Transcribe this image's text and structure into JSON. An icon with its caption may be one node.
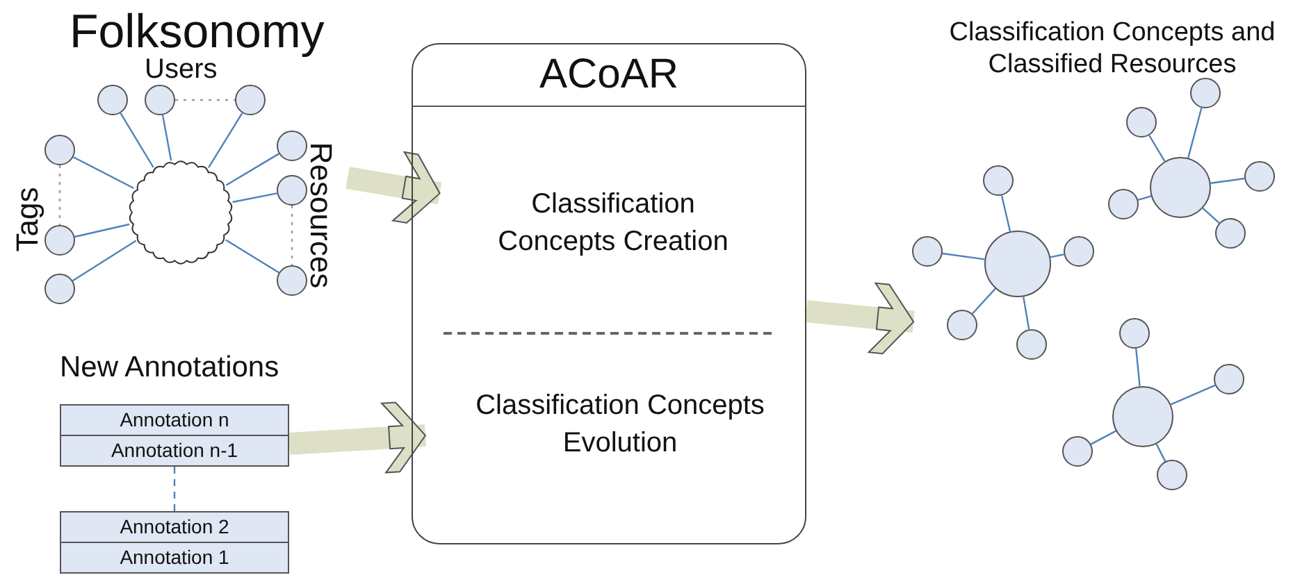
{
  "diagram": {
    "nodes": [
      {
        "text": [],
        "shape": "cloud"
      },
      {
        "text": [],
        "shape": "circle"
      },
      {
        "text": [],
        "shape": "circle"
      },
      {
        "text": [],
        "shape": "circle"
      },
      {
        "text": [],
        "shape": "circle"
      },
      {
        "text": [],
        "shape": "circle"
      },
      {
        "text": [],
        "shape": "circle"
      },
      {
        "text": [],
        "shape": "circle"
      },
      {
        "text": [],
        "shape": "circle"
      },
      {
        "text": [],
        "shape": "circle"
      },
      {
        "text": [
          "Annotation n"
        ]
      },
      {
        "text": [
          "Annotation n-1"
        ]
      },
      {
        "text": [
          "Annotation 2"
        ]
      },
      {
        "text": [
          "Annotation 1"
        ]
      },
      {
        "text": [
          "ACoAR"
        ]
      },
      {
        "text": [
          "Classification Concepts Creation"
        ],
        "in": 14
      },
      {
        "text": [
          "Classification Concepts Evolution"
        ],
        "in": 14
      },
      {
        "text": [],
        "shape": "circle"
      },
      {
        "text": [],
        "shape": "circle"
      },
      {
        "text": [],
        "shape": "circle"
      },
      {
        "text": [],
        "shape": "circle"
      },
      {
        "text": [],
        "shape": "circle"
      },
      {
        "text": [],
        "shape": "circle"
      },
      {
        "text": [],
        "shape": "circle"
      },
      {
        "text": [],
        "shape": "circle"
      },
      {
        "text": [],
        "shape": "circle"
      },
      {
        "text": [],
        "shape": "circle"
      },
      {
        "text": [],
        "shape": "circle"
      },
      {
        "text": [],
        "shape": "circle"
      },
      {
        "text": [],
        "shape": "circle"
      },
      {
        "text": [],
        "shape": "circle"
      },
      {
        "text": [],
        "shape": "circle"
      },
      {
        "text": [],
        "shape": "circle"
      },
      {
        "text": [],
        "shape": "circle"
      }
    ],
    "edges": [
      {
        "from": 0,
        "to": 1,
        "arrow": "none"
      },
      {
        "from": 0,
        "to": 2,
        "arrow": "none"
      },
      {
        "from": 0,
        "to": 3,
        "arrow": "none"
      },
      {
        "from": 0,
        "to": 4,
        "arrow": "none"
      },
      {
        "from": 0,
        "to": 5,
        "arrow": "none"
      },
      {
        "from": 0,
        "to": 6,
        "arrow": "none"
      },
      {
        "from": 0,
        "to": 7,
        "arrow": "none"
      },
      {
        "from": 0,
        "to": 8,
        "arrow": "none"
      },
      {
        "from": 0,
        "to": 9,
        "arrow": "none"
      },
      {
        "from": 2,
        "to": 3,
        "arrow": "none",
        "style": "dashed",
        "color": "#999999"
      },
      {
        "from": 4,
        "to": 5,
        "arrow": "none",
        "style": "dashed",
        "color": "#999999"
      },
      {
        "from": 8,
        "to": 9,
        "arrow": "none",
        "style": "dashed",
        "color": "#999999"
      },
      {
        "from": 11,
        "to": 12,
        "arrow": "none",
        "style": "dashed"
      },
      {
        "from": null,
        "to": 15,
        "arrow": "to",
        "style": "thick",
        "color": "#dde0c6"
      },
      {
        "from": 11,
        "to": 16,
        "arrow": "to",
        "style": "thick",
        "color": "#dde0c6"
      },
      {
        "from": 14,
        "to": 27,
        "arrow": "to",
        "style": "thick",
        "color": "#dde0c6"
      },
      {
        "from": 17,
        "to": 18,
        "arrow": "none"
      },
      {
        "from": 17,
        "to": 19,
        "arrow": "none"
      },
      {
        "from": 17,
        "to": 20,
        "arrow": "none"
      },
      {
        "from": 17,
        "to": 21,
        "arrow": "none"
      },
      {
        "from": 17,
        "to": 22,
        "arrow": "none"
      },
      {
        "from": 23,
        "to": 24,
        "arrow": "none"
      },
      {
        "from": 23,
        "to": 25,
        "arrow": "none"
      },
      {
        "from": 23,
        "to": 26,
        "arrow": "none"
      },
      {
        "from": 23,
        "to": 27,
        "arrow": "none"
      },
      {
        "from": 23,
        "to": 28,
        "arrow": "none"
      },
      {
        "from": 29,
        "to": 30,
        "arrow": "none"
      },
      {
        "from": 29,
        "to": 31,
        "arrow": "none"
      },
      {
        "from": 29,
        "to": 32,
        "arrow": "none"
      },
      {
        "from": 29,
        "to": 33,
        "arrow": "none"
      }
    ],
    "labels": [
      "Folksonomy",
      "Users",
      "Tags",
      "Resources",
      "New Annotations",
      "Classification Concepts and Classified Resources"
    ]
  }
}
